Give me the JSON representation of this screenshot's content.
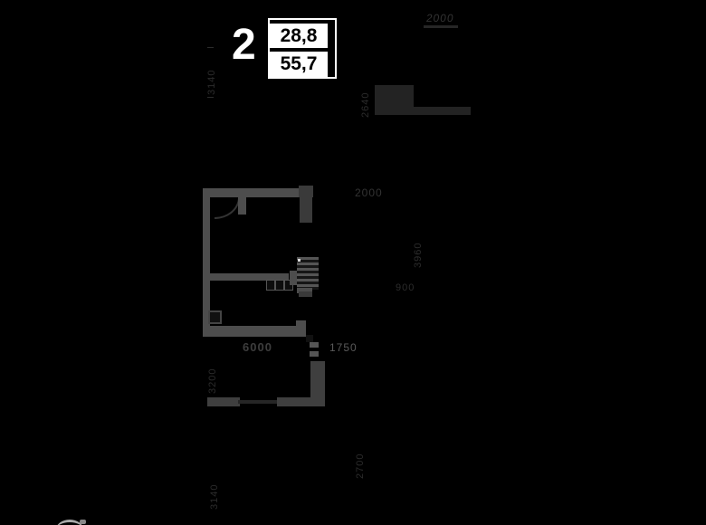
{
  "badge": {
    "apartment_number": "2",
    "area_upper": "28,8",
    "area_lower": "55,7"
  },
  "dims": {
    "top_right": "2000",
    "right_upper_vertical": "2640",
    "mid_right": "2000",
    "left_top_vertical": "3140",
    "plan_right_vertical": "3960",
    "plan_right_small": "900",
    "bottom_width": "6000",
    "entry_width": "1750",
    "lower_left_upper_vertical": "3200",
    "lower_left_lower_vertical": "3140",
    "lower_right_vertical": "2700"
  },
  "colors": {
    "background": "#000000",
    "wall": "#4d4d4d",
    "dim_label": "#333333",
    "badge_bg": "#ffffff",
    "badge_text": "#000000"
  }
}
